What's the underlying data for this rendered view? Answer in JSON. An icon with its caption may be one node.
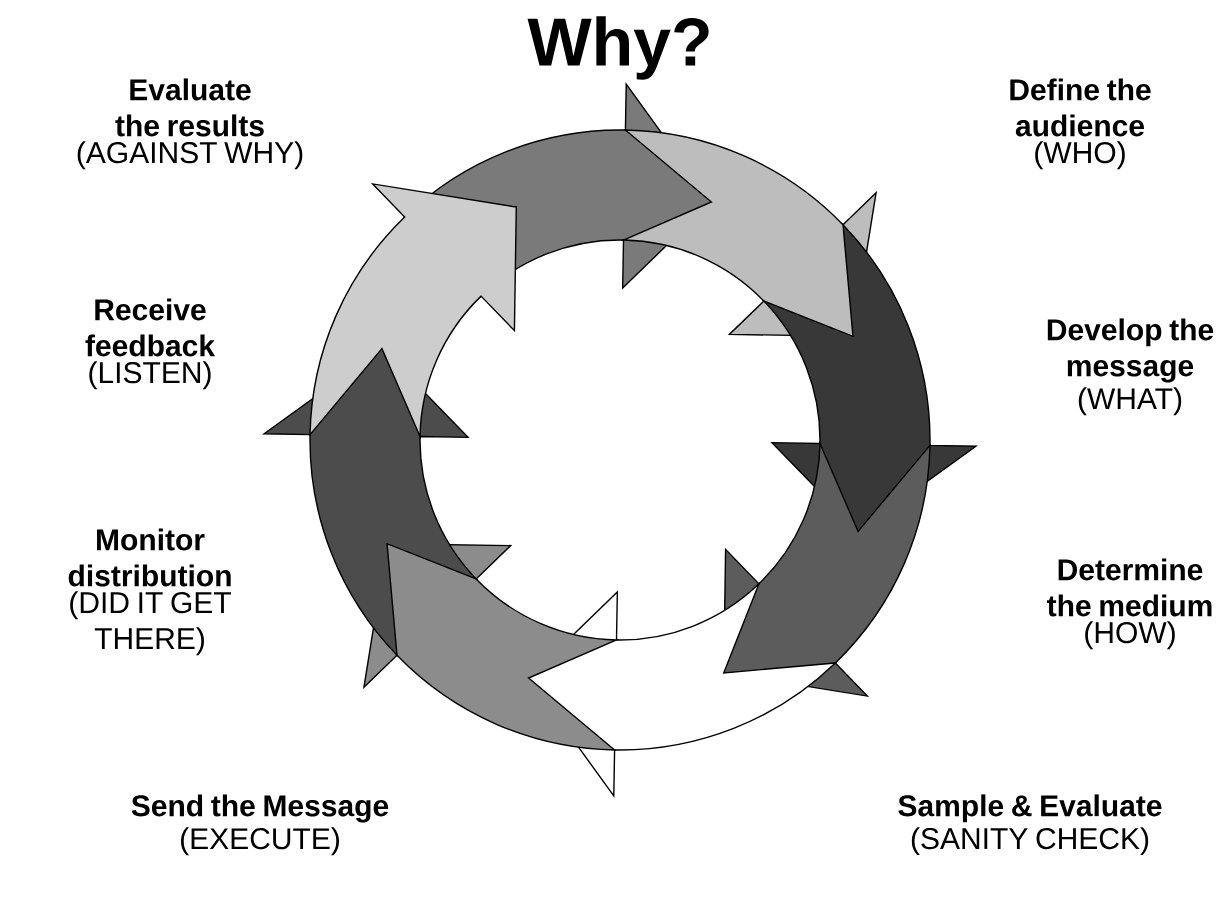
{
  "diagram": {
    "title": "Why?",
    "labels": [
      "Evaluate the results",
      "(AGAINST WHY)",
      "Define the audience",
      "(WHO)",
      "Develop the message",
      "(WHAT)",
      "Receive feedback",
      "(LISTEN)",
      "Monitor distribution",
      "(DID IT GET THERE)",
      "Determine the medium",
      "(HOW)",
      "Send the Message",
      "(EXECUTE)",
      "Sample & Evaluate",
      "(SANITY CHECK)"
    ]
  }
}
